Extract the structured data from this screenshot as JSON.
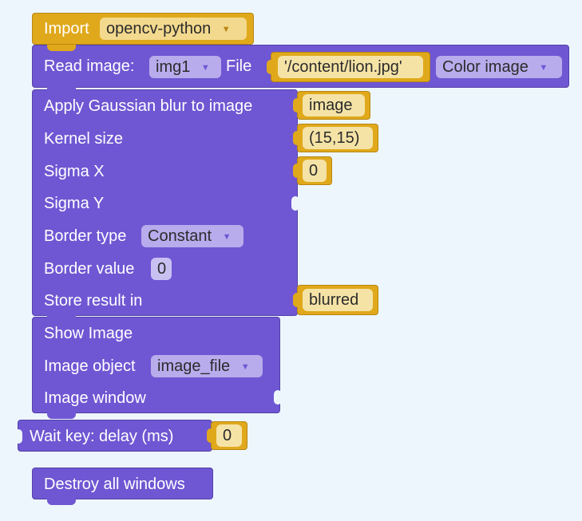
{
  "import_block": {
    "label": "Import",
    "module": "opencv-python"
  },
  "read_block": {
    "label": "Read image:",
    "variable": "img1",
    "file_label": "File",
    "file_value": "'/content/lion.jpg'",
    "mode": "Color image"
  },
  "blur_block": {
    "title": "Apply Gaussian blur to image",
    "image_value": "image",
    "kernel_label": "Kernel size",
    "kernel_value": "(15,15)",
    "sigma_x_label": "Sigma X",
    "sigma_x_value": "0",
    "sigma_y_label": "Sigma Y",
    "border_type_label": "Border type",
    "border_type_value": "Constant",
    "border_value_label": "Border value",
    "border_value_value": "0",
    "store_label": "Store result in",
    "store_value": "blurred"
  },
  "show_block": {
    "title": "Show Image",
    "object_label": "Image object",
    "object_value": "image_file",
    "window_label": "Image window"
  },
  "wait_block": {
    "label": "Wait key: delay (ms)",
    "value": "0"
  },
  "destroy_block": {
    "label": "Destroy all windows"
  },
  "colors": {
    "workspace_bg": "#eef6fd",
    "purple_block": "#6f57d3",
    "yellow_block": "#e0a91b"
  }
}
